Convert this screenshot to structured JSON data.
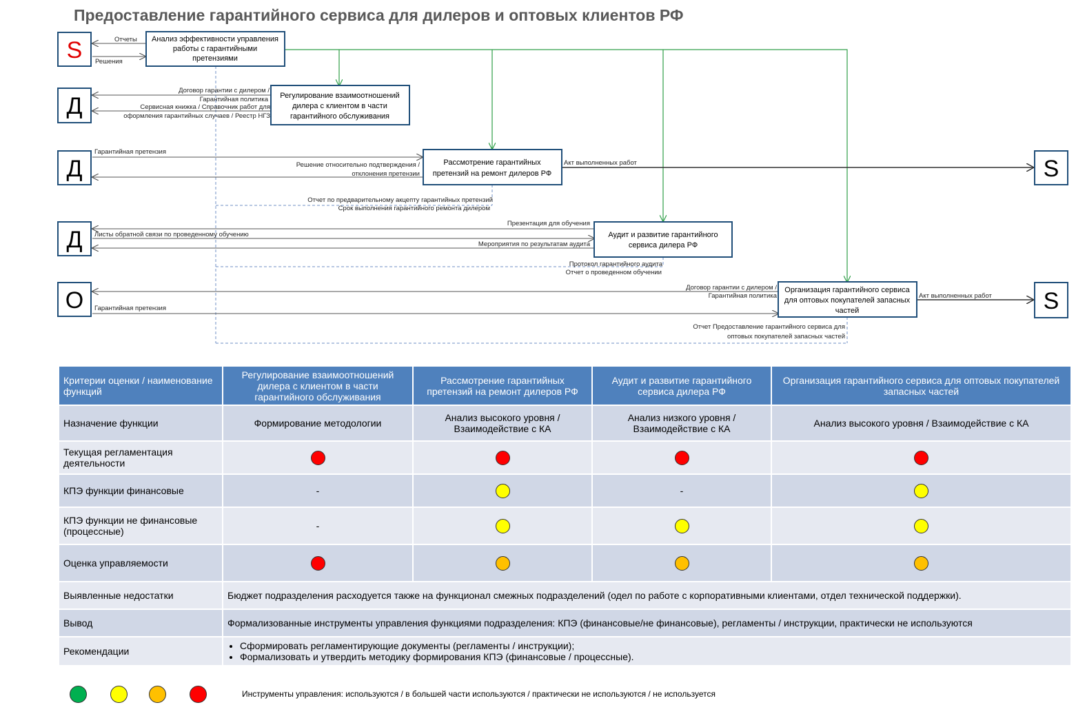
{
  "title": "Предоставление гарантийного сервиса для дилеров и оптовых клиентов РФ",
  "colors": {
    "header_fill": "#4f81bd",
    "row_light": "#e6e9f1",
    "row_dark": "#d0d7e6",
    "arrow_green": "#2e9e47",
    "arrow_gray": "#555555",
    "dashed_blue": "#6f8fc4",
    "letter_S_red": "#e00000",
    "box_border": "#1f4e79"
  },
  "diagram": {
    "actors": {
      "s_top": "S",
      "d1": "Д",
      "d2": "Д",
      "d3": "Д",
      "o": "О",
      "s_right1": "S",
      "s_right2": "S"
    },
    "boxes": {
      "analysis": [
        "Анализ эффективности управления",
        "работы с гарантийными",
        "претензиями"
      ],
      "regulation": [
        "Регулирование взаимоотношений",
        "дилера с клиентом в части",
        "гарантийного обслуживания"
      ],
      "review": [
        "Рассмотрение гарантийных",
        "претензий на ремонт дилеров РФ"
      ],
      "audit": [
        "Аудит и развитие гарантийного",
        "сервиса дилера РФ"
      ],
      "wholesale": [
        "Организация гарантийного сервиса",
        "для оптовых покупателей запасных",
        "частей"
      ]
    },
    "labels": {
      "reports": "Отчеты",
      "decisions": "Решения",
      "contract1": "Договор гарантии с дилером /",
      "policy1": "Гарантийная политика",
      "service_book": "Сервисная книжка / Справочник работ для",
      "registry": "оформления гарантийных случаев / Реестр НГЗ",
      "claim1": "Гарантийная претензия",
      "decision_confirm": "Решение относительно  подтверждения /",
      "decision_reject": "отклонения претензии",
      "act1": "Акт выполненных работ",
      "report_preaccept": "Отчет по предварительному акцепту гарантийных претензий",
      "report_term": "Срок выполнения гарантийного ремонта дилером",
      "presentation": "Презентация для обучения",
      "feedback": "Листы обратной связи по проведенному обучению",
      "measures": "Мероприятия по результатам аудита",
      "protocol": "Протокол гарантийного аудита",
      "report_training": "Отчет о проведенном обучении",
      "contract2": "Договор гарантии с дилером /",
      "policy2": "Гарантийная политика",
      "claim2": "Гарантийная претензия",
      "act2": "Акт выполненных работ",
      "report_wholesale1": "Отчет Предоставление гарантийного сервиса для",
      "report_wholesale2": "оптовых покупателей запасных частей"
    }
  },
  "table": {
    "headers": [
      "Критерии оценки / наименование функций",
      "Регулирование взаимоотношений дилера с клиентом в части гарантийного обслуживания",
      "Рассмотрение гарантийных претензий на ремонт дилеров РФ",
      "Аудит и развитие гарантийного сервиса дилера РФ",
      "Организация гарантийного сервиса для оптовых покупателей запасных частей"
    ],
    "purpose": {
      "label": "Назначение функции",
      "values": [
        "Формирование методологии",
        "Анализ высокого уровня / Взаимодействие с КА",
        "Анализ низкого уровня / Взаимодействие с КА",
        "Анализ высокого уровня / Взаимодействие с КА"
      ]
    },
    "status_rows": [
      {
        "label": "Текущая регламентация деятельности",
        "values": [
          "red",
          "red",
          "red",
          "red"
        ]
      },
      {
        "label": "КПЭ функции финансовые",
        "values": [
          "-",
          "yellow",
          "-",
          "yellow"
        ]
      },
      {
        "label": "КПЭ функции не финансовые (процессные)",
        "values": [
          "-",
          "yellow",
          "yellow",
          "yellow"
        ]
      },
      {
        "label": "Оценка управляемости",
        "values": [
          "red",
          "orange",
          "orange",
          "orange"
        ]
      }
    ],
    "issues": {
      "label": "Выявленные недостатки",
      "text": "Бюджет подразделения расходуется также на функционал смежных подразделений (одел по работе с корпоративными клиентами, отдел технической поддержки)."
    },
    "conclusion": {
      "label": "Вывод",
      "text": "Формализованные инструменты управления функциями подразделения: КПЭ (финансовые/не финансовые), регламенты / инструкции, практически не используются"
    },
    "recommendations": {
      "label": "Рекомендации",
      "items": [
        "Сформировать регламентирующие  документы (регламенты / инструкции);",
        "Формализовать и утвердить методику формирования КПЭ (финансовые / процессные)."
      ]
    }
  },
  "status_colors": {
    "green": "#00b050",
    "yellow": "#ffff00",
    "orange": "#ffc000",
    "red": "#ff0000"
  },
  "legend": {
    "colors": [
      "green",
      "yellow",
      "orange",
      "red"
    ],
    "text": "Инструменты управления:  используются / в большей части используются / практически не используются  / не используется"
  }
}
